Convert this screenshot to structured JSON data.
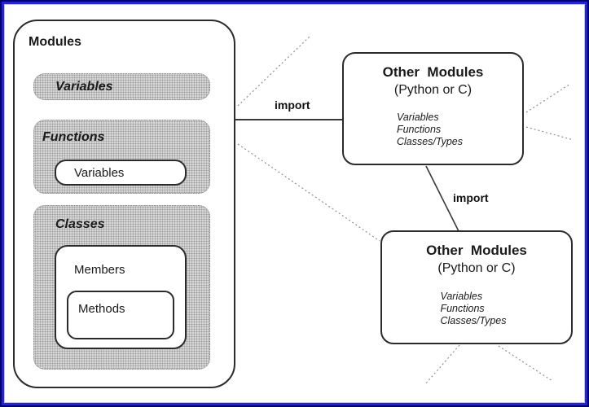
{
  "modules_panel": {
    "title": "Modules",
    "variables_section": {
      "label": "Variables"
    },
    "functions_section": {
      "label": "Functions",
      "variables_box_label": "Variables"
    },
    "classes_section": {
      "label": "Classes",
      "members_box_label": "Members",
      "methods_box_label": "Methods"
    }
  },
  "other_modules_top": {
    "title": "Other  Modules",
    "subtitle": "(Python or C)",
    "items": [
      "Variables",
      "Functions",
      "Classes/Types"
    ]
  },
  "other_modules_bottom": {
    "title": "Other  Modules",
    "subtitle": "(Python or C)",
    "items": [
      "Variables",
      "Functions",
      "Classes/Types"
    ]
  },
  "connections": {
    "import_label_top": "import",
    "import_label_bottom": "import"
  },
  "colors": {
    "frame_outer": "#000070",
    "frame_inner": "#2525cf",
    "frame_highlight": "#c3c3ef",
    "box_border": "#2b2b2b",
    "gray_fill": "#d6d6d6",
    "gray_dot": "#9c9c9c",
    "solid_line": "#3a3a3a",
    "dashed_line": "#909090"
  }
}
